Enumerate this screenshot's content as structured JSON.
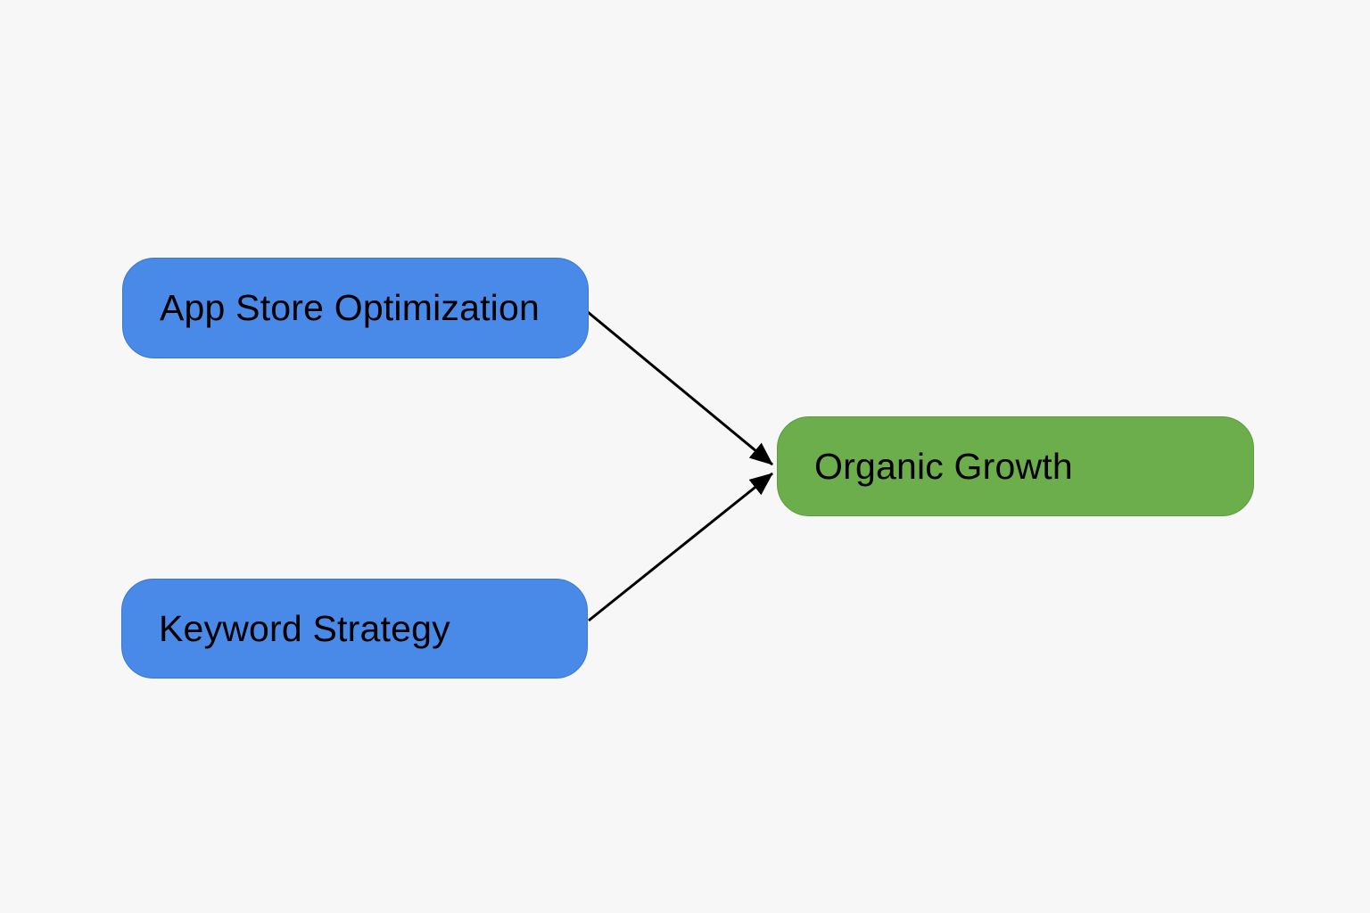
{
  "diagram": {
    "type": "flowchart",
    "background_color": "#f8f7f7",
    "nodes": [
      {
        "id": "app-store-optimization",
        "label": "App Store Optimization",
        "fill": "#4989e7",
        "text_color": "#000000",
        "shape": "rounded-rectangle"
      },
      {
        "id": "keyword-strategy",
        "label": "Keyword Strategy",
        "fill": "#4989e7",
        "text_color": "#000000",
        "shape": "rounded-rectangle"
      },
      {
        "id": "organic-growth",
        "label": "Organic Growth",
        "fill": "#6cae4c",
        "text_color": "#000000",
        "shape": "rounded-rectangle"
      }
    ],
    "edges": [
      {
        "from": "app-store-optimization",
        "to": "organic-growth",
        "style": "solid",
        "color": "#000000",
        "arrowhead": "filled-triangle"
      },
      {
        "from": "keyword-strategy",
        "to": "organic-growth",
        "style": "solid",
        "color": "#000000",
        "arrowhead": "filled-triangle"
      }
    ]
  }
}
